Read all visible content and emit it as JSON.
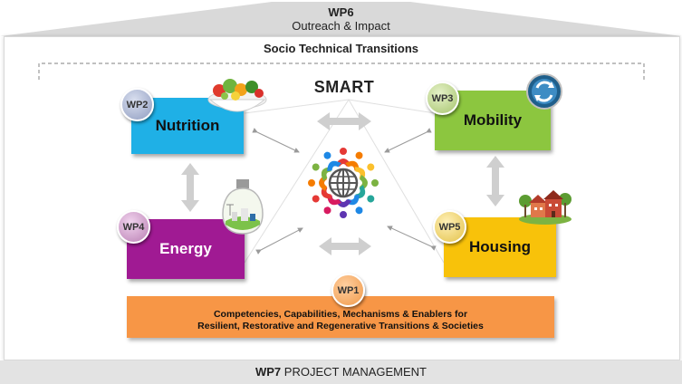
{
  "roof": {
    "title": "WP6",
    "subtitle": "Outreach & Impact"
  },
  "section_title": "Socio Technical Transitions",
  "center_label": "SMART",
  "work_packages": {
    "nutrition": {
      "badge": "WP2",
      "label": "Nutrition",
      "color": "#1fb0e6"
    },
    "mobility": {
      "badge": "WP3",
      "label": "Mobility",
      "color": "#8cc63f"
    },
    "energy": {
      "badge": "WP4",
      "label": "Energy",
      "color": "#a01a93"
    },
    "housing": {
      "badge": "WP5",
      "label": "Housing",
      "color": "#f8c20a"
    },
    "foundation": {
      "badge": "WP1",
      "line1": "Competencies, Capabilities, Mechanisms & Enablers for",
      "line2": "Resilient, Restorative and Regenerative Transitions & Societies",
      "color": "#f79646"
    }
  },
  "footer": {
    "bold": "WP7",
    "text": " PROJECT MANAGEMENT"
  },
  "icons": [
    "salad-bowl-icon",
    "mobility-cycle-icon",
    "lightbulb-energy-icon",
    "houses-icon",
    "people-globe-icon"
  ]
}
